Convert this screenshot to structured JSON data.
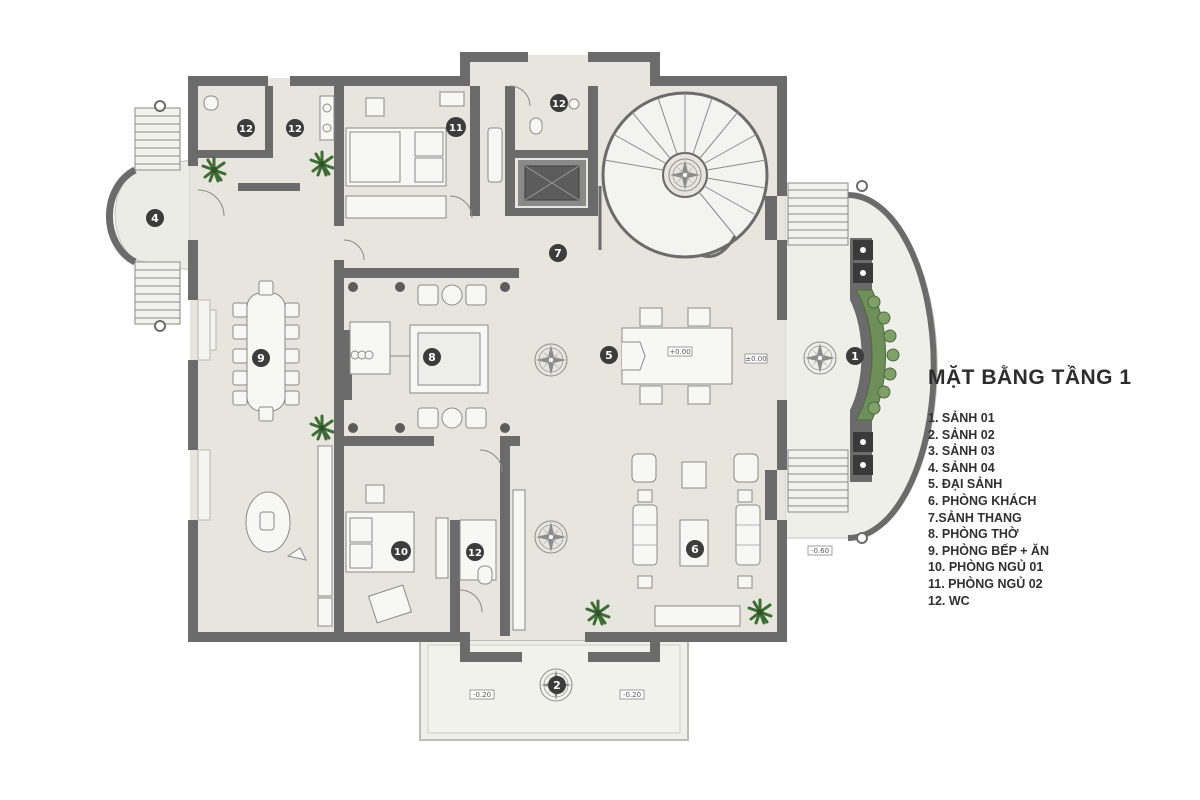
{
  "plan": {
    "title": "MẶT BẰNG TẦNG 1",
    "legend": [
      "1. SẢNH 01",
      "2. SẢNH 02",
      "3. SẢNH 03",
      "4. SẢNH 04",
      "5. ĐẠI SẢNH",
      "6. PHÒNG KHÁCH",
      "7.SẢNH THANG",
      "8. PHÒNG THỜ",
      "9. PHÒNG BẾP + ĂN",
      "10. PHÒNG NGỦ 01",
      "11. PHÒNG NGỦ 02",
      "12. WC"
    ],
    "room_markers": [
      "1",
      "2",
      "4",
      "5",
      "6",
      "7",
      "8",
      "9",
      "10",
      "11",
      "12",
      "12",
      "12",
      "12"
    ],
    "level_tags": [
      "+0.00",
      "±0.00",
      "-0.20",
      "-0.20",
      "-0.60"
    ],
    "colors": {
      "wall": "#6b6b6b",
      "floor": "#e6e6df",
      "terrace": "#efefea",
      "marker": "#3c3c3c",
      "plant": "#3f6b34"
    }
  }
}
